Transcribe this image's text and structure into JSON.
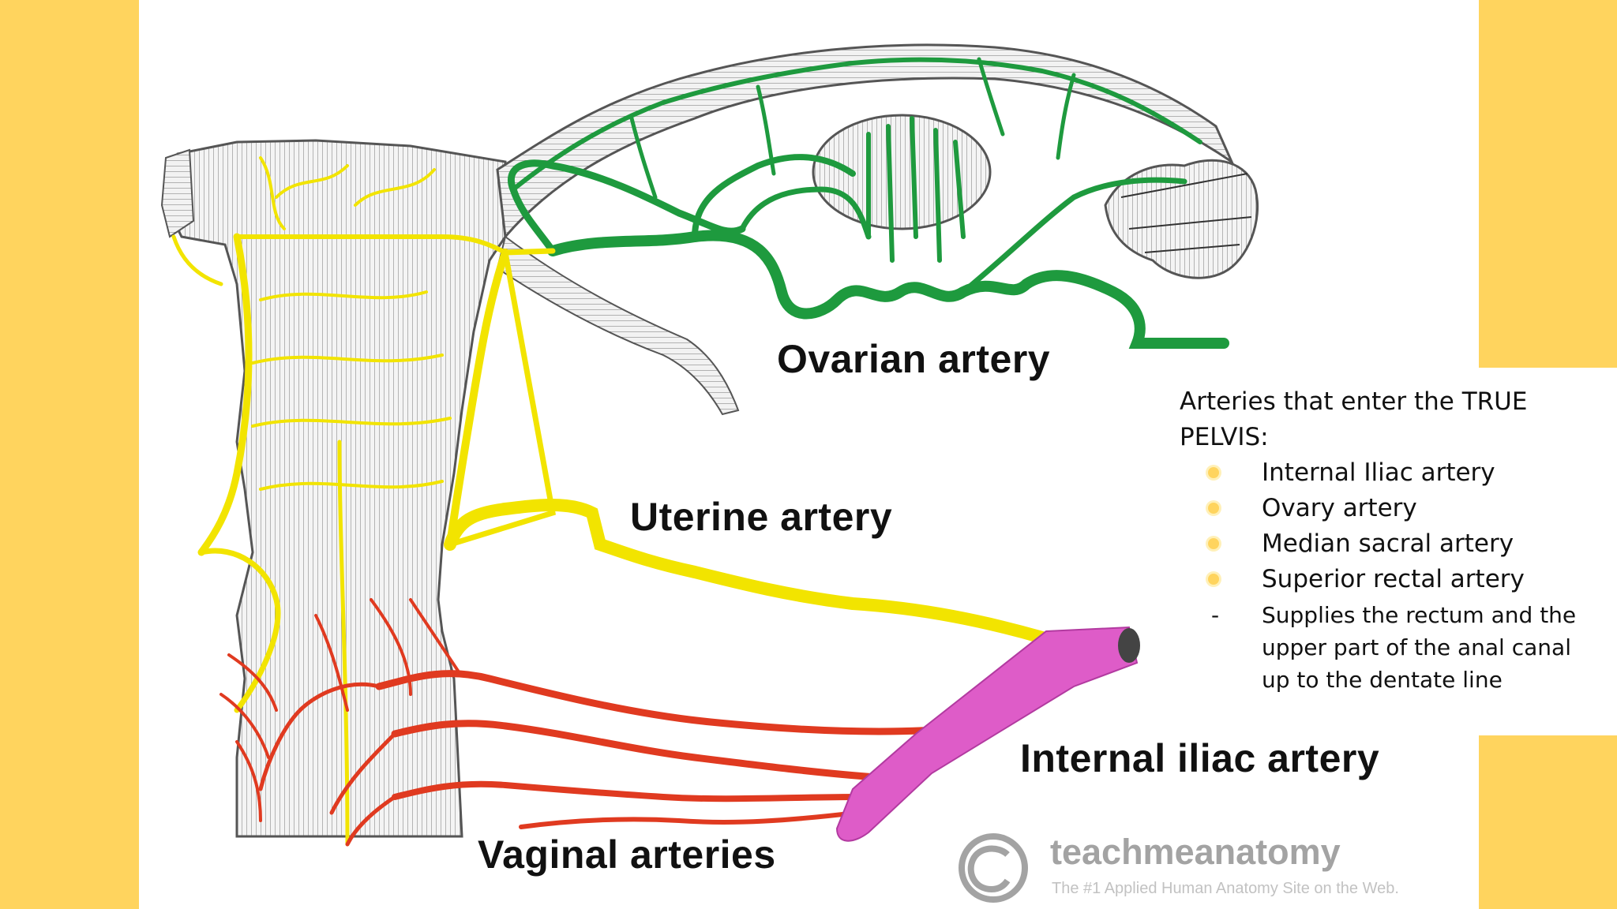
{
  "labels": {
    "ovarian": "Ovarian artery",
    "uterine": "Uterine artery",
    "internal_iliac": "Internal iliac artery",
    "vaginal": "Vaginal arteries"
  },
  "watermark": {
    "name": "teachmeanatomy",
    "tagline": "The #1 Applied Human Anatomy Site on the Web.",
    "icon": "copyright-icon"
  },
  "textbox": {
    "heading": "Arteries that enter the TRUE PELVIS:",
    "items": [
      "Internal Iliac artery",
      "Ovary artery",
      "Median sacral artery",
      "Superior rectal artery"
    ],
    "sub_note": "Supplies the rectum and the upper part of the anal canal up to the dentate line",
    "sub_marker": "-"
  },
  "colors": {
    "background": "#FFD45E",
    "slide": "#FFFFFF",
    "ovarian_artery": "#1E9A3E",
    "uterine_artery": "#F2E400",
    "vaginal_arteries": "#E03A20",
    "internal_iliac": "#DE5CC8",
    "tissue": "#DDDDDD"
  }
}
